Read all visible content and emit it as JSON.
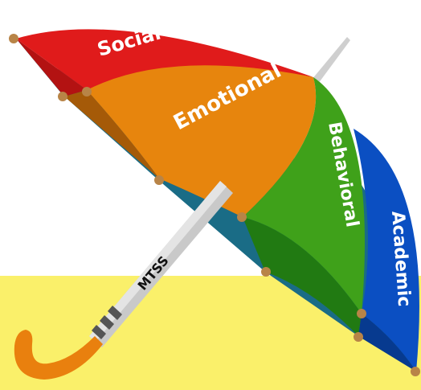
{
  "diagram": {
    "panels": [
      {
        "key": "social",
        "label": "Social",
        "color": "#e01b1b"
      },
      {
        "key": "emotional",
        "label": "Emotional",
        "color": "#e7850d"
      },
      {
        "key": "behavioral",
        "label": "Behavioral",
        "color": "#3fa11a"
      },
      {
        "key": "academic",
        "label": "Academic",
        "color": "#0b4fc2"
      }
    ],
    "shaft_label": "MTSS",
    "colors": {
      "background": "#ffffff",
      "ground": "#faf06a",
      "shaft": "#c9c9c9",
      "handle": "#e9800e",
      "underside": "#1a6c86",
      "rib_tip": "#b88447"
    }
  }
}
